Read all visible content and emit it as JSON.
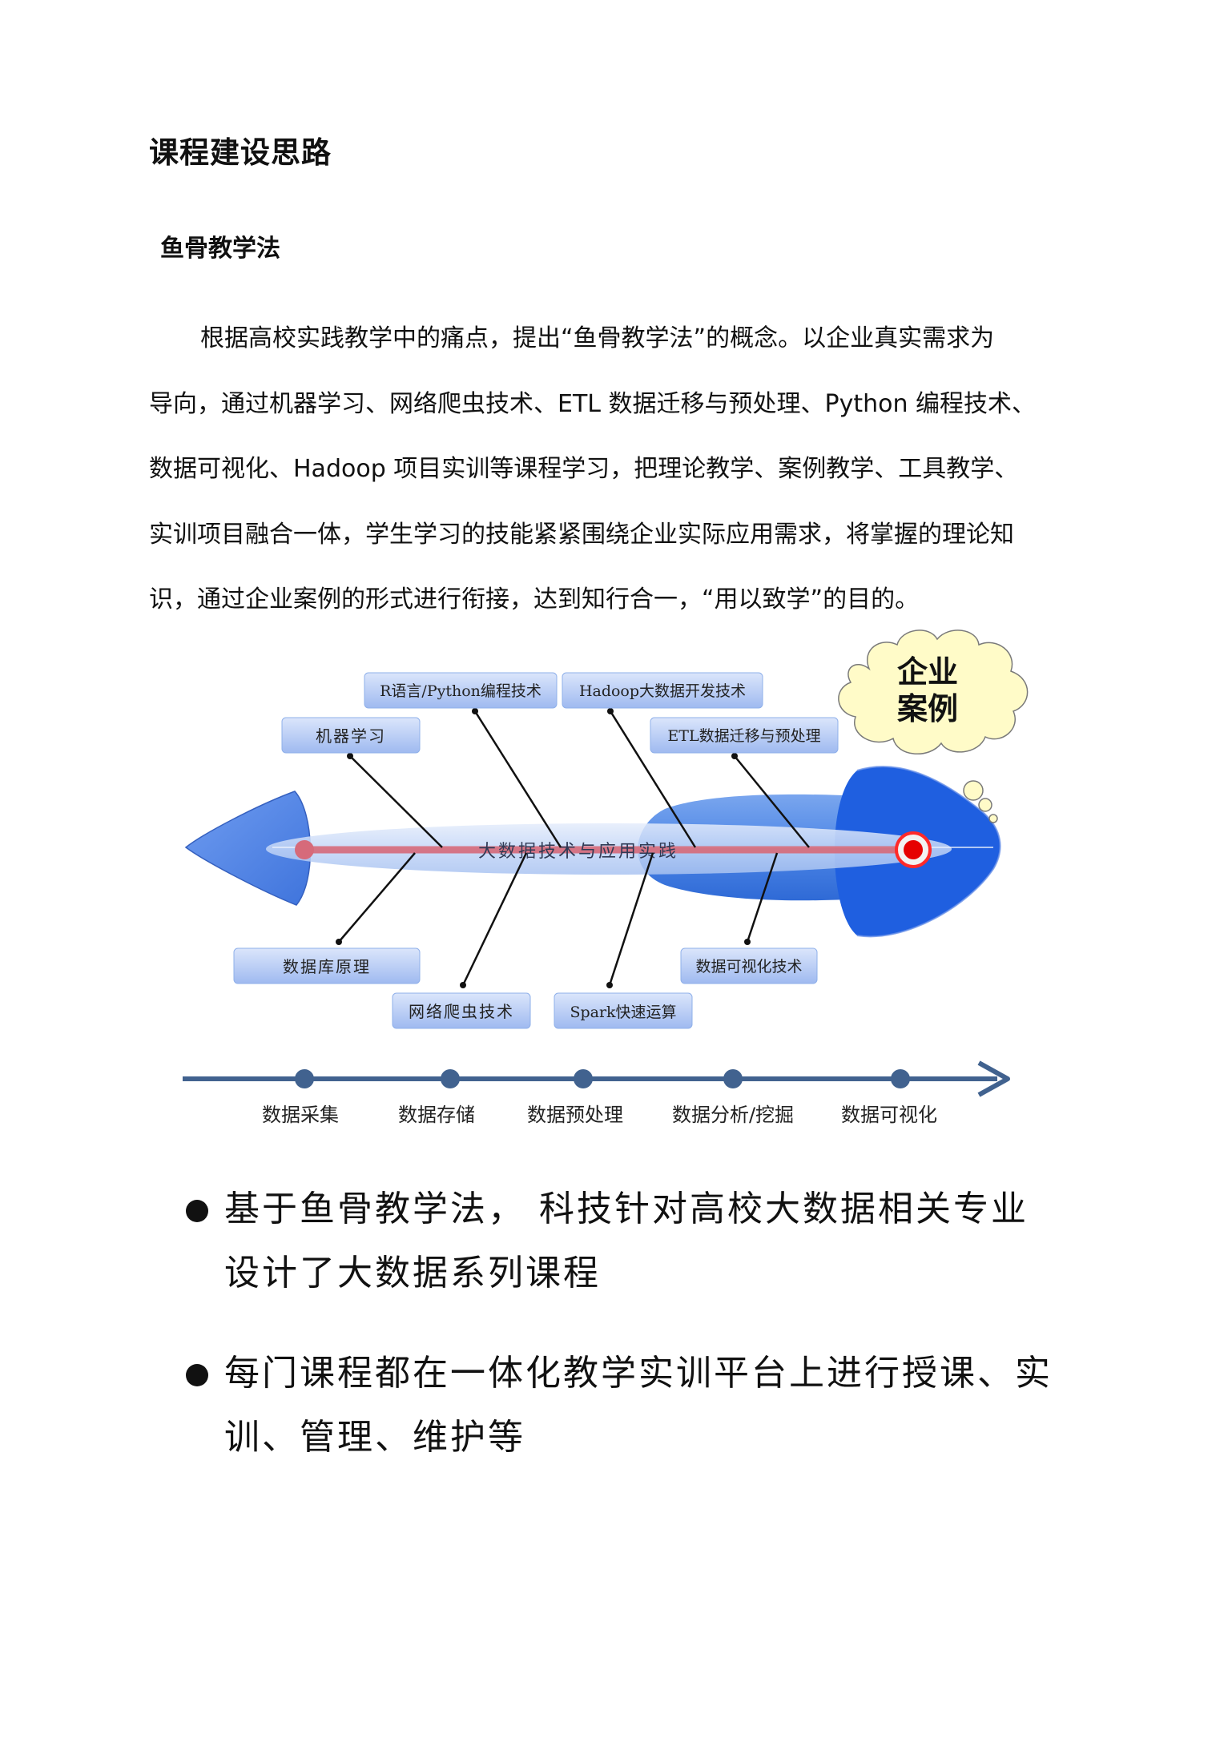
{
  "heading": "课程建设思路",
  "section": {
    "title": "鱼骨教学法",
    "paragraph_lines": [
      "根据高校实践教学中的痛点，提出“鱼骨教学法”的概念。以企业真实需求为",
      "导向，通过机器学习、网络爬虫技术、ETL 数据迁移与预处理、Python 编程技术、",
      "数据可视化、Hadoop 项目实训等课程学习，把理论教学、案例教学、工具教学、",
      "实训项目融合一体，学生学习的技能紧紧围绕企业实际应用需求，将掌握的理论知",
      "识，通过企业案例的形式进行衔接，达到知行合一，“用以致学”的目的。"
    ]
  },
  "diagram": {
    "spine_label": "大数据技术与应用实践",
    "cloud_lines": [
      "企业",
      "案例"
    ],
    "top_labels": {
      "ml": "机器学习",
      "r_python": "R语言/Python编程技术",
      "hadoop": "Hadoop大数据开发技术",
      "etl": "ETL数据迁移与预处理"
    },
    "bottom_labels": {
      "db": "数据库原理",
      "crawler": "网络爬虫技术",
      "spark": "Spark快速运算",
      "viz": "数据可视化技术"
    },
    "timeline": [
      "数据采集",
      "数据存储",
      "数据预处理",
      "数据分析/挖掘",
      "数据可视化"
    ],
    "colors": {
      "fish_blue": "#2a63d8",
      "label_fill": "#b8cdf5",
      "spine": "#d66a7a",
      "timeline": "#41628f"
    }
  },
  "bullets": [
    {
      "lines": [
        "基于鱼骨教学法，  科技针对高校大数据相关专业",
        "设计了大数据系列课程"
      ]
    },
    {
      "lines": [
        "每门课程都在一体化教学实训平台上进行授课、实",
        "训、管理、维护等"
      ]
    }
  ]
}
